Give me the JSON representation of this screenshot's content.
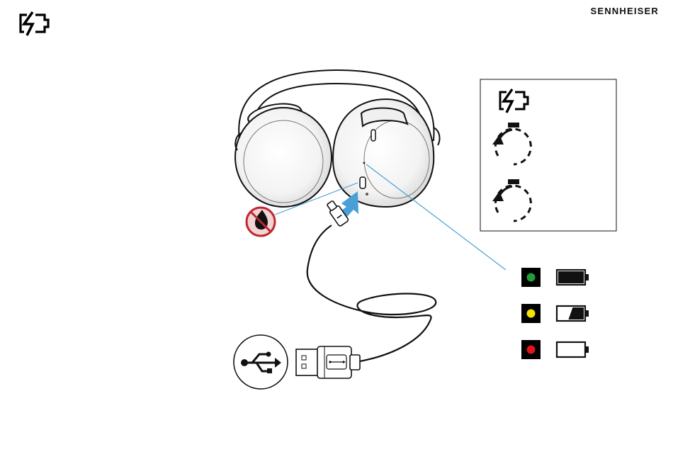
{
  "brand": {
    "name": "SENNHEISER"
  },
  "icons": {
    "header": "battery-charging-icon",
    "warning": "no-liquid-icon",
    "usb": "usb-icon",
    "insert_arrow": "arrow-icon",
    "legend": [
      "battery-charging-icon",
      "timer-icon",
      "timer-icon"
    ]
  },
  "led_status": [
    {
      "led_color": "#1f9e3a",
      "battery_level": 1.0,
      "icon": "battery-full-icon"
    },
    {
      "led_color": "#f2e600",
      "battery_level": 0.6,
      "icon": "battery-partial-icon"
    },
    {
      "led_color": "#e0141b",
      "battery_level": 0.0,
      "icon": "battery-empty-icon"
    }
  ],
  "colors": {
    "accent": "#4a9fd6",
    "warning_ring": "#c0262d",
    "warning_fill": "#f3d3d3",
    "led_box": "#000000"
  }
}
